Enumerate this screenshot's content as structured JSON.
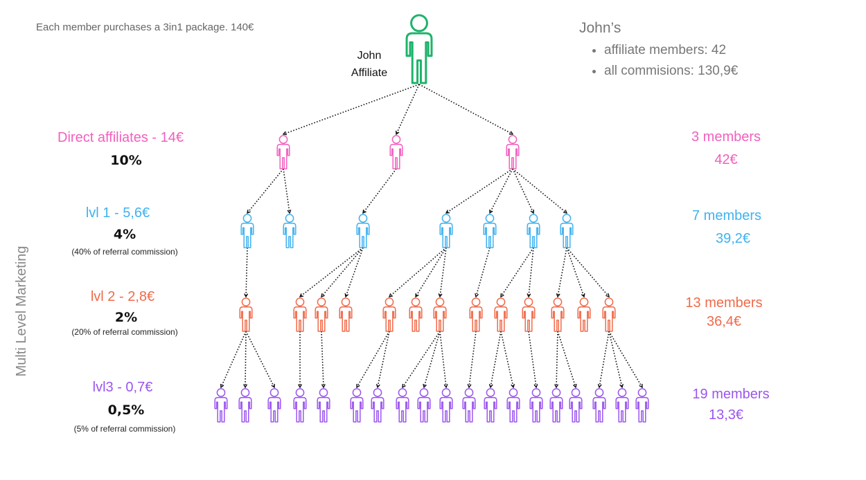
{
  "note": "Each member purchases a 3in1 package. 140€",
  "root": {
    "name": "John",
    "role": "Affiliate"
  },
  "summary": {
    "title": "John’s",
    "items": [
      "affiliate members: 42",
      "all commisions: 130,9€"
    ]
  },
  "side_label": "Multi Level Marketing",
  "colors": {
    "root": "#1db36a",
    "direct": "#f25fbf",
    "lvl1": "#3fb2ef",
    "lvl2": "#f06a4a",
    "lvl3": "#9b55ee",
    "text_gray": "#666666"
  },
  "levels": [
    {
      "key": "direct",
      "name": "Direct affiliates - 14€",
      "percent": "10%",
      "note": "",
      "members": "3 members",
      "amount": "42€"
    },
    {
      "key": "lvl1",
      "name": "lvl 1 - 5,6€",
      "percent": "4%",
      "note": "(40% of referral commission)",
      "members": "7 members",
      "amount": "39,2€"
    },
    {
      "key": "lvl2",
      "name": "lvl 2 - 2,8€",
      "percent": "2%",
      "note": "(20% of referral commission)",
      "members": "13 members",
      "amount": "36,4€"
    },
    {
      "key": "lvl3",
      "name": "lvl3 - 0,7€",
      "percent": "0,5%",
      "note": "(5% of referral commission)",
      "members": "19 members",
      "amount": "13,3€"
    }
  ]
}
